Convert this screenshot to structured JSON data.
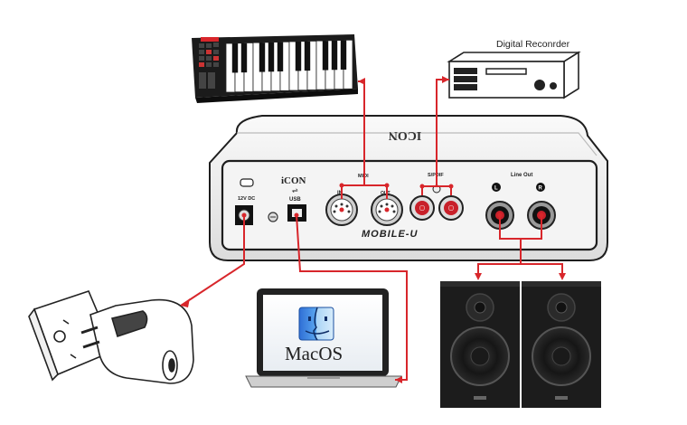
{
  "recorder": {
    "label": "Digital Reconrder"
  },
  "device": {
    "brand": "iCON",
    "top_logo": "ICON",
    "model": "MOBILE-U",
    "ports": {
      "power": "12V DC",
      "usb": "USB",
      "midi": "MIDI",
      "midi_in": "IN",
      "midi_out": "OUT",
      "spdif": "S/PDIF",
      "line_out": "Line Out",
      "left": "L",
      "right": "R"
    }
  },
  "laptop": {
    "os_label": "MacOS"
  },
  "colors": {
    "connection": "#d8262b",
    "device_body": "#ececec",
    "speaker": "#1c1c1c"
  },
  "icons": [
    "midi-keyboard-icon",
    "digital-recorder-icon",
    "power-adapter-icon",
    "laptop-icon",
    "mac-finder-icon",
    "speaker-icon"
  ]
}
